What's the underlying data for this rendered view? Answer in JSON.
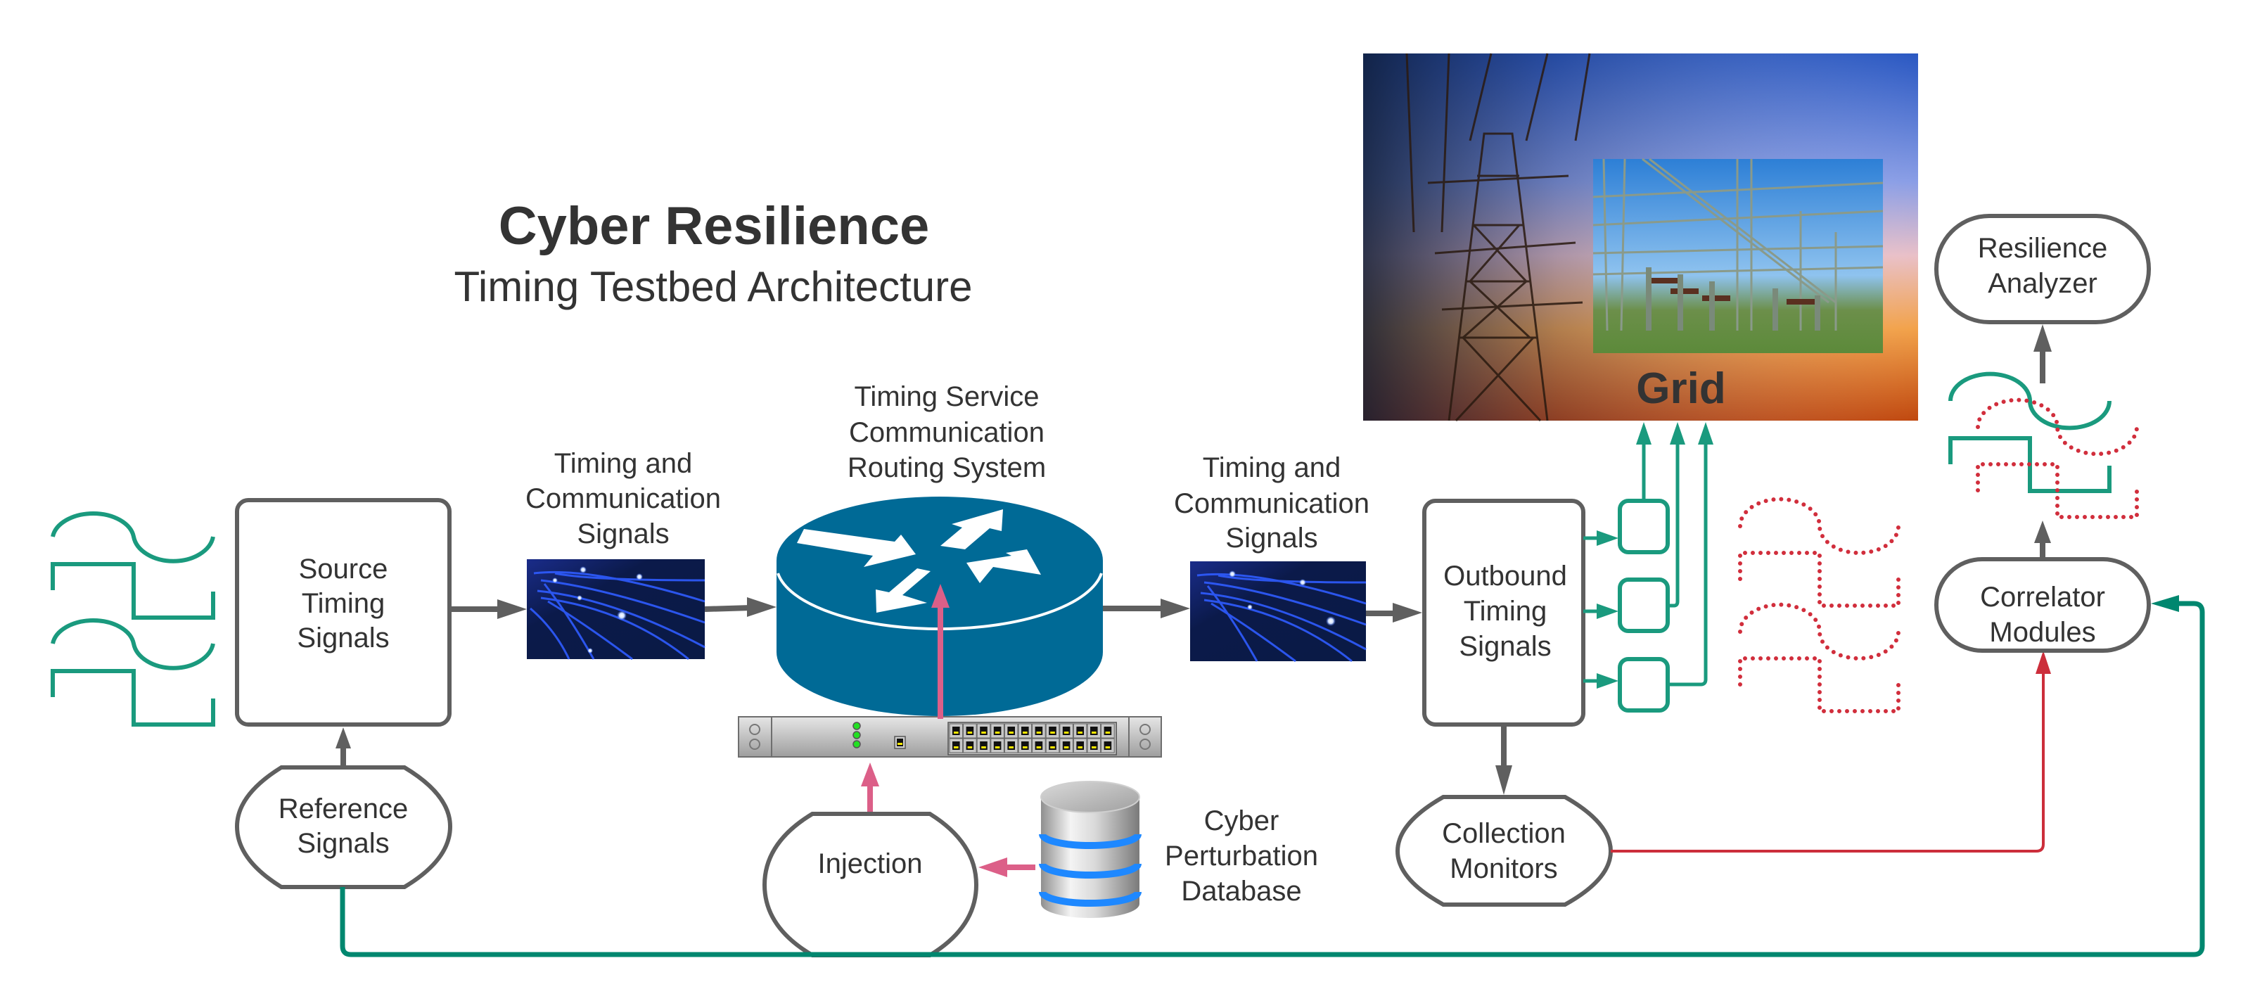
{
  "title": {
    "main": "Cyber Resilience",
    "subtitle": "Timing Testbed Architecture"
  },
  "nodes": {
    "source_timing": [
      "Source",
      "Timing",
      "Signals"
    ],
    "reference_signals": [
      "Reference",
      "Signals"
    ],
    "channel_in": [
      "Timing and",
      "Communication",
      "Signals"
    ],
    "router": [
      "Timing Service",
      "Communication",
      "Routing System"
    ],
    "channel_out": [
      "Timing and",
      "Communication",
      "Signals"
    ],
    "injection": [
      "Injection"
    ],
    "database": [
      "Cyber",
      "Perturbation",
      "Database"
    ],
    "outbound": [
      "Outbound",
      "Timing",
      "Signals"
    ],
    "collection": [
      "Collection",
      "Monitors"
    ],
    "grid": "Grid",
    "correlator": [
      "Correlator",
      "Modules"
    ],
    "analyzer": [
      "Resilience",
      "Analyzer"
    ]
  },
  "icons": {
    "fiber": "fiber-optic-image",
    "router": "router-icon",
    "switch": "network-switch-icon",
    "database": "database-icon",
    "grid": "power-grid-image",
    "waveform_clean": "waveform-clean-icon",
    "waveform_perturbed": "waveform-perturbed-icon"
  },
  "switch": {
    "status_leds": 3,
    "port_rows": 2,
    "port_columns": 12
  },
  "colors": {
    "clean_signal": "#1a9a7e",
    "perturbed_signal": "#d12e3c",
    "injection_path": "#dc5f88",
    "reference_loop": "#00876f",
    "router": "#006a96",
    "node_stroke": "#5f5f5f",
    "text": "#333333"
  }
}
